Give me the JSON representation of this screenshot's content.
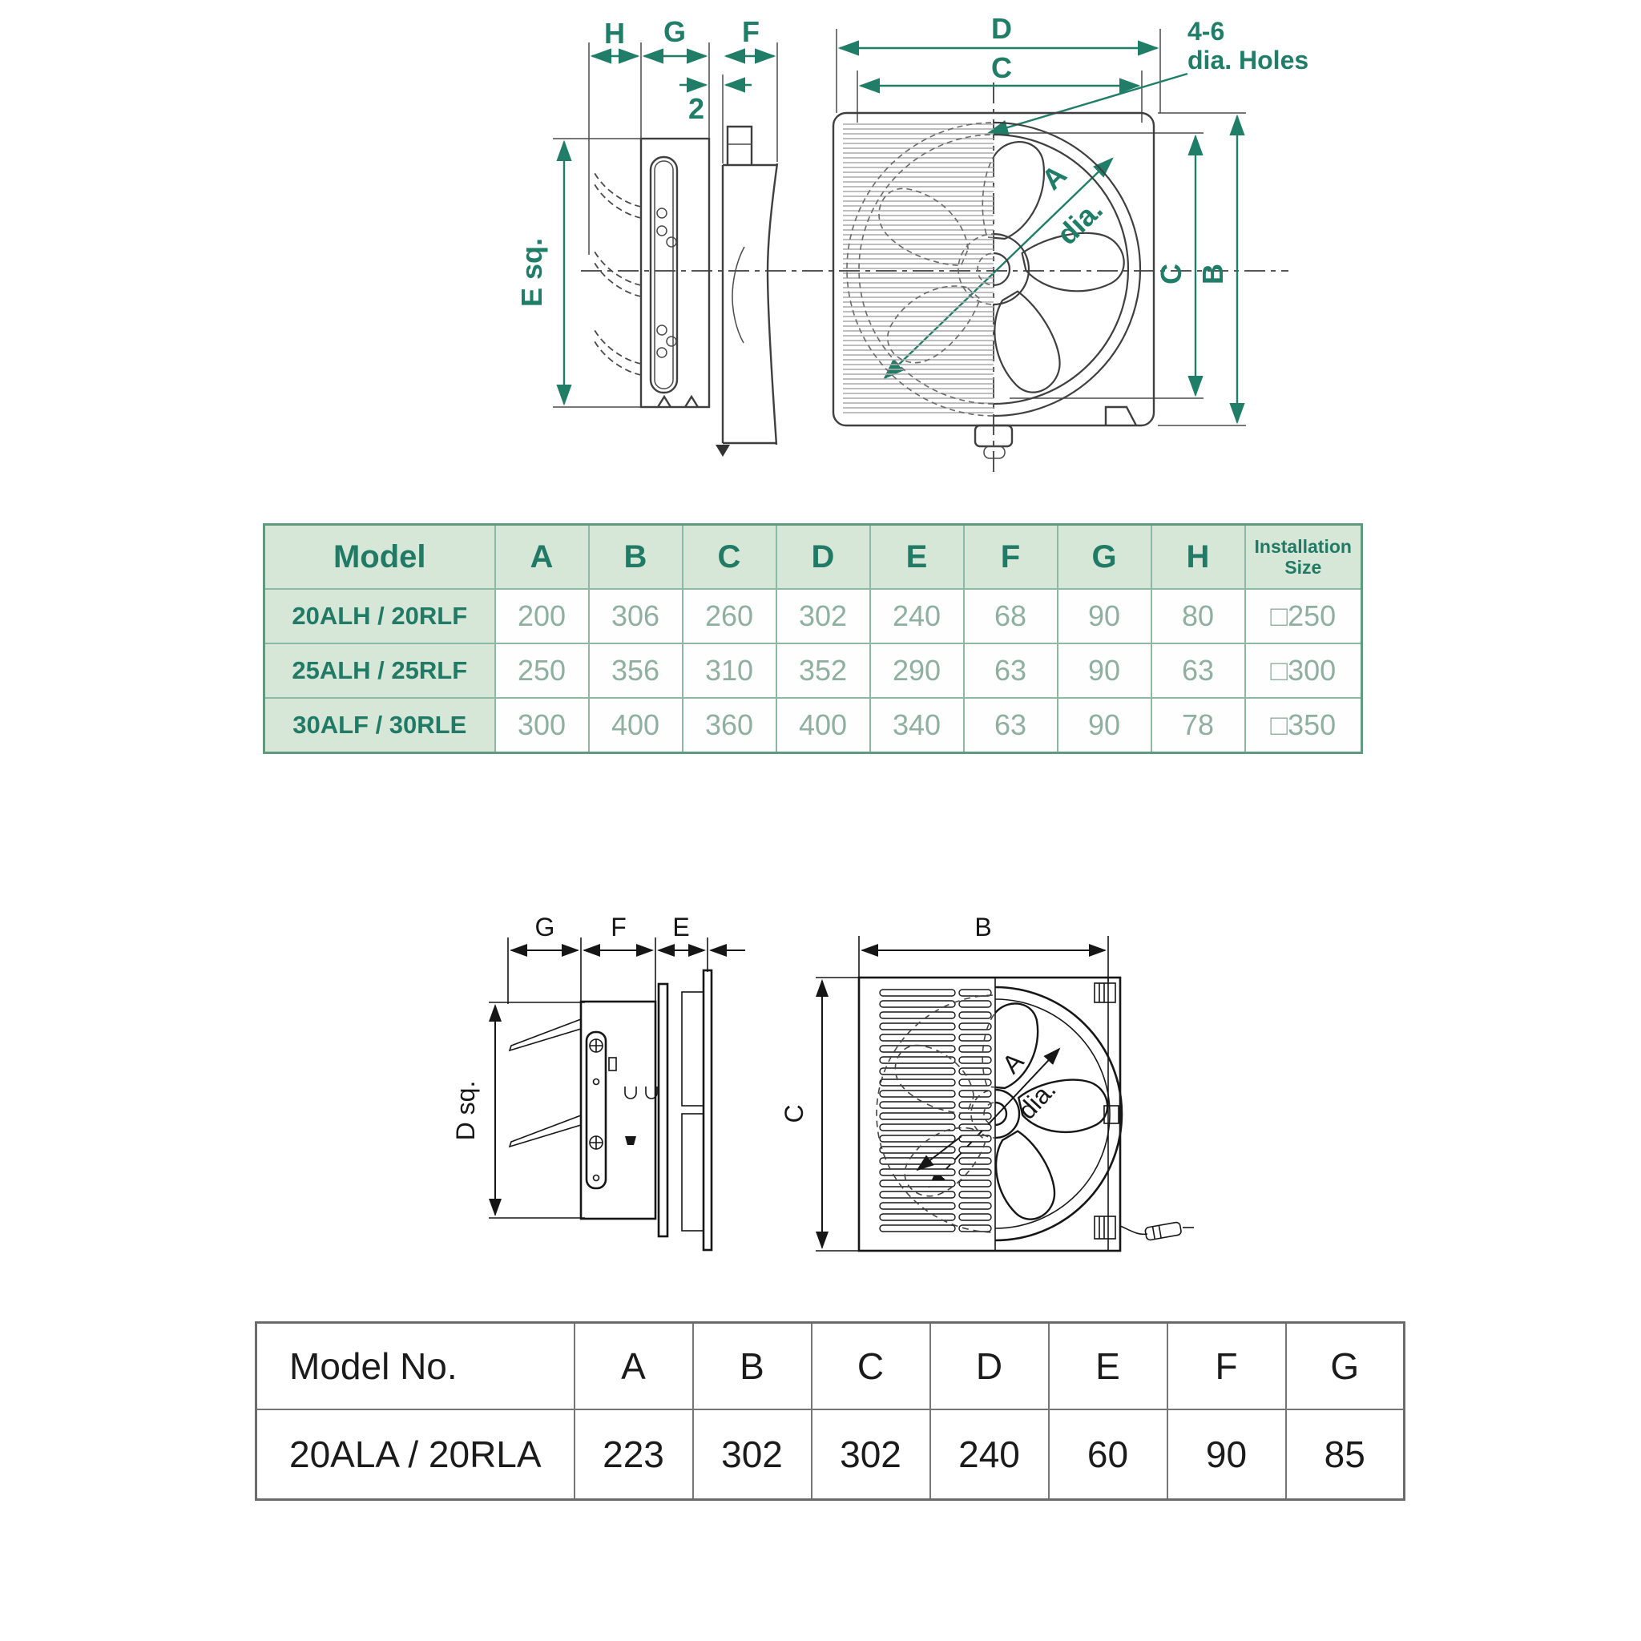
{
  "colors": {
    "dimension_teal": "#1f7d68",
    "drawing_gray": "#3f3f3f",
    "drawing_black": "#161616",
    "table_header_bg": "#d7e7d7",
    "table_border_green": "#5f9a7e"
  },
  "top_drawing": {
    "labels": {
      "dim_h": "H",
      "dim_g": "G",
      "dim_f": "F",
      "dim_2": "2",
      "dim_e": "E sq.",
      "dim_d": "D",
      "dim_c_top": "C",
      "holes_note_line1": "4-6",
      "holes_note_line2": "dia. Holes",
      "dim_a": "A",
      "dim_a_suffix": "dia.",
      "dim_c_side": "C",
      "dim_b": "B"
    }
  },
  "top_table": {
    "headers": [
      "Model",
      "A",
      "B",
      "C",
      "D",
      "E",
      "F",
      "G",
      "H",
      "Installation Size"
    ],
    "rows": [
      {
        "model": "20ALH / 20RLF",
        "values": [
          "200",
          "306",
          "260",
          "302",
          "240",
          "68",
          "90",
          "80",
          "□250"
        ]
      },
      {
        "model": "25ALH / 25RLF",
        "values": [
          "250",
          "356",
          "310",
          "352",
          "290",
          "63",
          "90",
          "63",
          "□300"
        ]
      },
      {
        "model": "30ALF / 30RLE",
        "values": [
          "300",
          "400",
          "360",
          "400",
          "340",
          "63",
          "90",
          "78",
          "□350"
        ]
      }
    ]
  },
  "bottom_drawing": {
    "labels": {
      "dim_g": "G",
      "dim_f": "F",
      "dim_e": "E",
      "dim_d": "D sq.",
      "dim_b": "B",
      "dim_c": "C",
      "dim_a": "A",
      "dim_a_suffix": "dia."
    }
  },
  "bottom_table": {
    "headers": [
      "Model No.",
      "A",
      "B",
      "C",
      "D",
      "E",
      "F",
      "G"
    ],
    "rows": [
      {
        "model": "20ALA / 20RLA",
        "values": [
          "223",
          "302",
          "302",
          "240",
          "60",
          "90",
          "85"
        ]
      }
    ]
  }
}
